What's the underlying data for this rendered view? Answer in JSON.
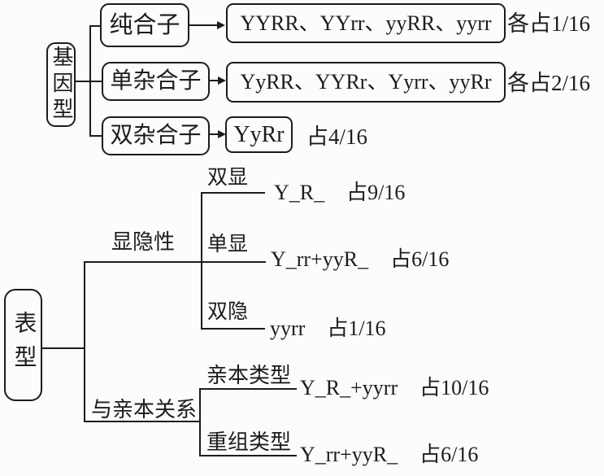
{
  "genotype": {
    "root": "基因型",
    "branches": [
      {
        "label": "纯合子",
        "genotypes": "YYRR、YYrr、yyRR、yyrr",
        "share": "各占1/16"
      },
      {
        "label": "单杂合子",
        "genotypes": "YyRR、YYRr、Yyrr、yyRr",
        "share": "各占2/16"
      },
      {
        "label": "双杂合子",
        "genotypes": "YyRr",
        "share": "占4/16"
      }
    ]
  },
  "phenotype": {
    "root": "表型",
    "groups": [
      {
        "label": "显隐性",
        "items": [
          {
            "label": "双显",
            "value": "Y_R_",
            "share": "占9/16"
          },
          {
            "label": "单显",
            "value": "Y_rr+yyR_",
            "share": "占6/16"
          },
          {
            "label": "双隐",
            "value": "yyrr",
            "share": "占1/16"
          }
        ]
      },
      {
        "label": "与亲本关系",
        "items": [
          {
            "label": "亲本类型",
            "value": "Y_R_+yyrr",
            "share": "占10/16"
          },
          {
            "label": "重组类型",
            "value": "Y_rr+yyR_",
            "share": "占6/16"
          }
        ]
      }
    ]
  },
  "colors": {
    "ink": "#1c1c1c",
    "paper": "#fcfcfa"
  }
}
